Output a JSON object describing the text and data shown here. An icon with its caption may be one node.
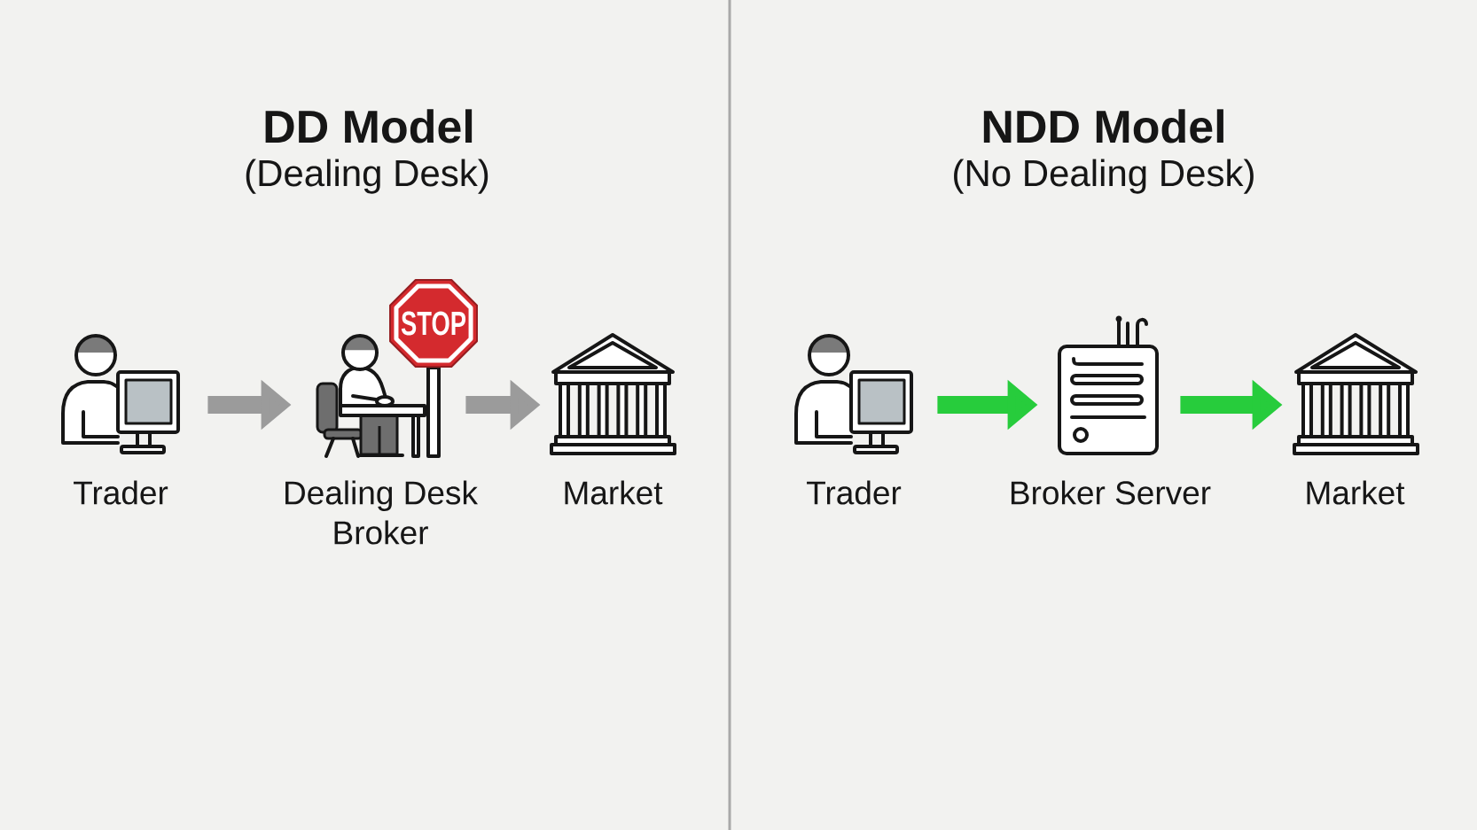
{
  "diagram": {
    "nodes": [
      {
        "text": [
          "Trader"
        ]
      },
      {
        "text": [
          "Dealing Desk Broker"
        ]
      },
      {
        "text": [
          "Market"
        ]
      },
      {
        "text": [
          "Trader"
        ]
      },
      {
        "text": [
          "Broker Server"
        ]
      },
      {
        "text": [
          "Market"
        ]
      }
    ],
    "edges": [
      {
        "from": 0,
        "to": 1,
        "arrow": "to",
        "color": "#9b9b9b"
      },
      {
        "from": 1,
        "to": 2,
        "arrow": "to",
        "color": "#9b9b9b"
      },
      {
        "from": 3,
        "to": 4,
        "arrow": "to",
        "color": "#27cc3c"
      },
      {
        "from": 4,
        "to": 5,
        "arrow": "to",
        "color": "#27cc3c"
      }
    ],
    "labels": [
      "DD Model",
      "(Dealing Desk)",
      "NDD Model",
      "(No Dealing Desk)",
      "STOP"
    ]
  }
}
